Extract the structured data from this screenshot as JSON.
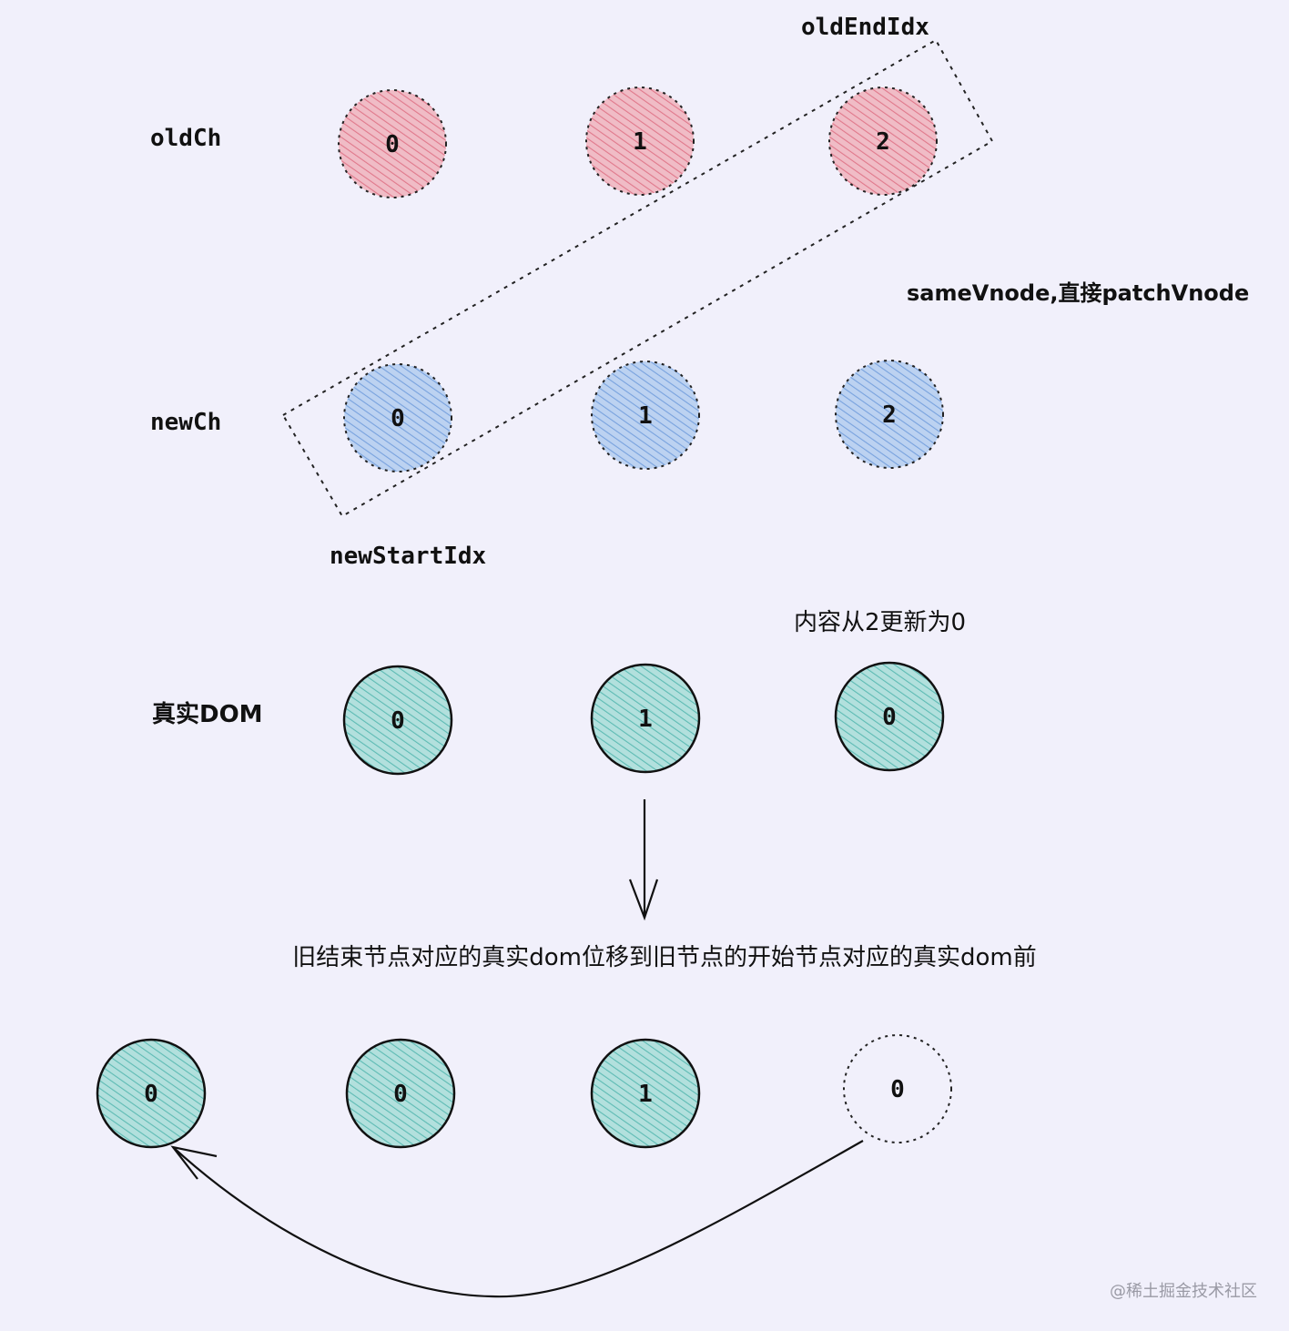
{
  "labels": {
    "old_ch": "oldCh",
    "new_ch": "newCh",
    "real_dom": "真实DOM",
    "old_end_idx": "oldEndIdx",
    "new_start_idx": "newStartIdx",
    "same_vnode": "sameVnode,直接patchVnode",
    "content_update": "内容从2更新为0",
    "move_desc": "旧结束节点对应的真实dom位移到旧节点的开始节点对应的真实dom前",
    "watermark": "@稀土掘金技术社区"
  },
  "rows": {
    "old_ch": [
      "0",
      "1",
      "2"
    ],
    "new_ch": [
      "0",
      "1",
      "2"
    ],
    "real_dom": [
      "0",
      "1",
      "0"
    ],
    "result": [
      "0",
      "0",
      "1",
      "0"
    ]
  },
  "colors": {
    "background": "#f1f0fb",
    "old_fill": "#eeb4bf",
    "old_hatch": "#e07d8e",
    "new_fill": "#b5cdef",
    "new_hatch": "#7aa5e0",
    "dom_fill": "#a9dcd8",
    "dom_hatch": "#5fbdb6",
    "stroke": "#111111"
  }
}
